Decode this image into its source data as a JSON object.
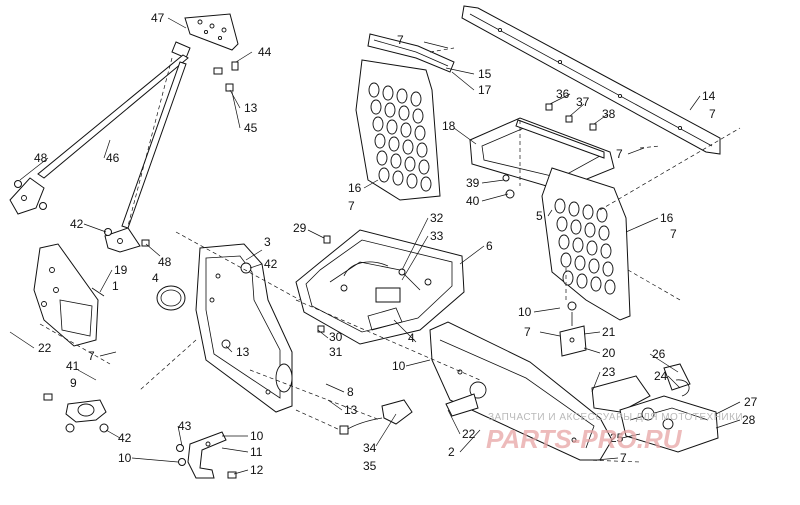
{
  "diagram": {
    "callouts": [
      {
        "id": "c47",
        "text": "47"
      },
      {
        "id": "c44",
        "text": "44"
      },
      {
        "id": "c13a",
        "text": "13"
      },
      {
        "id": "c45",
        "text": "45"
      },
      {
        "id": "c48a",
        "text": "48"
      },
      {
        "id": "c46",
        "text": "46"
      },
      {
        "id": "c42a",
        "text": "42"
      },
      {
        "id": "c48b",
        "text": "48"
      },
      {
        "id": "c19",
        "text": "19"
      },
      {
        "id": "c1",
        "text": "1"
      },
      {
        "id": "c4a",
        "text": "4"
      },
      {
        "id": "c22a",
        "text": "22"
      },
      {
        "id": "c7a",
        "text": "7"
      },
      {
        "id": "c3",
        "text": "3"
      },
      {
        "id": "c42b",
        "text": "42"
      },
      {
        "id": "c13b",
        "text": "13"
      },
      {
        "id": "c41",
        "text": "41"
      },
      {
        "id": "c9",
        "text": "9"
      },
      {
        "id": "c42c",
        "text": "42"
      },
      {
        "id": "c43",
        "text": "43"
      },
      {
        "id": "c10a",
        "text": "10"
      },
      {
        "id": "c11",
        "text": "11"
      },
      {
        "id": "c12",
        "text": "12"
      },
      {
        "id": "c10b",
        "text": "10"
      },
      {
        "id": "c8",
        "text": "8"
      },
      {
        "id": "c13c",
        "text": "13"
      },
      {
        "id": "c34",
        "text": "34"
      },
      {
        "id": "c35",
        "text": "35"
      },
      {
        "id": "c29",
        "text": "29"
      },
      {
        "id": "c32",
        "text": "32"
      },
      {
        "id": "c33",
        "text": "33"
      },
      {
        "id": "c6",
        "text": "6"
      },
      {
        "id": "c30",
        "text": "30"
      },
      {
        "id": "c31",
        "text": "31"
      },
      {
        "id": "c4b",
        "text": "4"
      },
      {
        "id": "c10c",
        "text": "10"
      },
      {
        "id": "c10d",
        "text": "10"
      },
      {
        "id": "c7b",
        "text": "7"
      },
      {
        "id": "c15",
        "text": "15"
      },
      {
        "id": "c17",
        "text": "17"
      },
      {
        "id": "c16a",
        "text": "16"
      },
      {
        "id": "c7c",
        "text": "7"
      },
      {
        "id": "c18",
        "text": "18"
      },
      {
        "id": "c39",
        "text": "39"
      },
      {
        "id": "c40",
        "text": "40"
      },
      {
        "id": "c36",
        "text": "36"
      },
      {
        "id": "c37",
        "text": "37"
      },
      {
        "id": "c38",
        "text": "38"
      },
      {
        "id": "c14",
        "text": "14"
      },
      {
        "id": "c7d",
        "text": "7"
      },
      {
        "id": "c7e",
        "text": "7"
      },
      {
        "id": "c5",
        "text": "5"
      },
      {
        "id": "c16b",
        "text": "16"
      },
      {
        "id": "c7f",
        "text": "7"
      },
      {
        "id": "c7g",
        "text": "7"
      },
      {
        "id": "c21",
        "text": "21"
      },
      {
        "id": "c20",
        "text": "20"
      },
      {
        "id": "c26",
        "text": "26"
      },
      {
        "id": "c23",
        "text": "23"
      },
      {
        "id": "c24",
        "text": "24"
      },
      {
        "id": "c27",
        "text": "27"
      },
      {
        "id": "c28",
        "text": "28"
      },
      {
        "id": "c25",
        "text": "25"
      },
      {
        "id": "c22b",
        "text": "22"
      },
      {
        "id": "c2",
        "text": "2"
      },
      {
        "id": "c7h",
        "text": "7"
      }
    ]
  },
  "watermark": {
    "text": "ЗАПЧАСТИ И АКСЕССУАРЫ ДЛЯ МОТОТЕХНИКИ",
    "logo": "PARTS-PRO.RU",
    "color": "#e7a5a5"
  }
}
